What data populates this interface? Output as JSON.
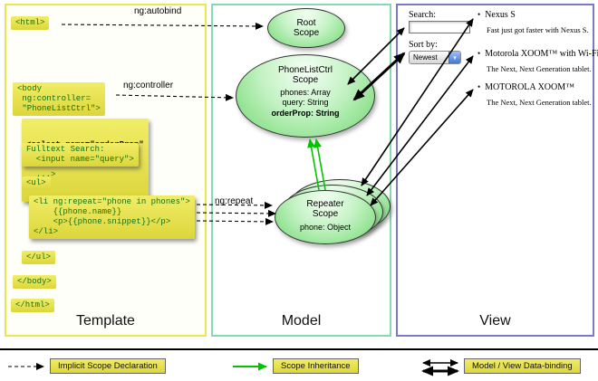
{
  "template_panel": {
    "label": "Template",
    "html_open": "<html>",
    "body_open": "<body\n ng:controller=\n \"PhoneListCtrl\">",
    "select_bold": "<select name=\"orderProp\"",
    "select_rest": "  ...>",
    "fulltext": "Fulltext Search:\n  <input name=\"query\">",
    "ul_open": "<ul>",
    "li_repeat": "<li ng:repeat=\"phone in phones\">\n    {{phone.name}}\n    <p>{{phone.snippet}}</p>\n</li>",
    "ul_close": "</ul>",
    "body_close": "</body>",
    "html_close": "</html>"
  },
  "arrows": {
    "autobind_label": "ng:autobind",
    "controller_label": "ng:controller",
    "repeat_label": "ng:repeat"
  },
  "model_panel": {
    "label": "Model",
    "root_scope_title": "Root\nScope",
    "phonelist_title": "PhoneListCtrl\nScope",
    "phonelist_props": "phones: Array\nquery: String",
    "phonelist_bold_prop": "orderProp: String",
    "repeater_title": "Repeater\nScope",
    "repeater_prop": "phone: Object"
  },
  "view_panel": {
    "label": "View",
    "search_label": "Search:",
    "sort_label": "Sort by:",
    "sort_value": "Newest",
    "sort_dropdown_icon": "▾",
    "bullet": "•",
    "items": [
      {
        "title": "Nexus S",
        "desc": "Fast just got faster with Nexus S."
      },
      {
        "title": "Motorola XOOM™ with Wi-Fi",
        "desc": "The Next, Next Generation tablet."
      },
      {
        "title": "MOTOROLA XOOM™",
        "desc": "The Next, Next Generation tablet."
      }
    ]
  },
  "legend": {
    "implicit": "Implicit Scope Declaration",
    "inheritance": "Scope Inheritance",
    "databinding": "Model / View Data-binding"
  },
  "colors": {
    "highlight_yellow": "#e9e34c",
    "code_green": "#137113",
    "scope_green": "#6fd86f",
    "inheritance_green": "#00c400",
    "template_border": "#e9e64e",
    "model_border": "#84dab2",
    "view_border": "#7a7acc"
  }
}
